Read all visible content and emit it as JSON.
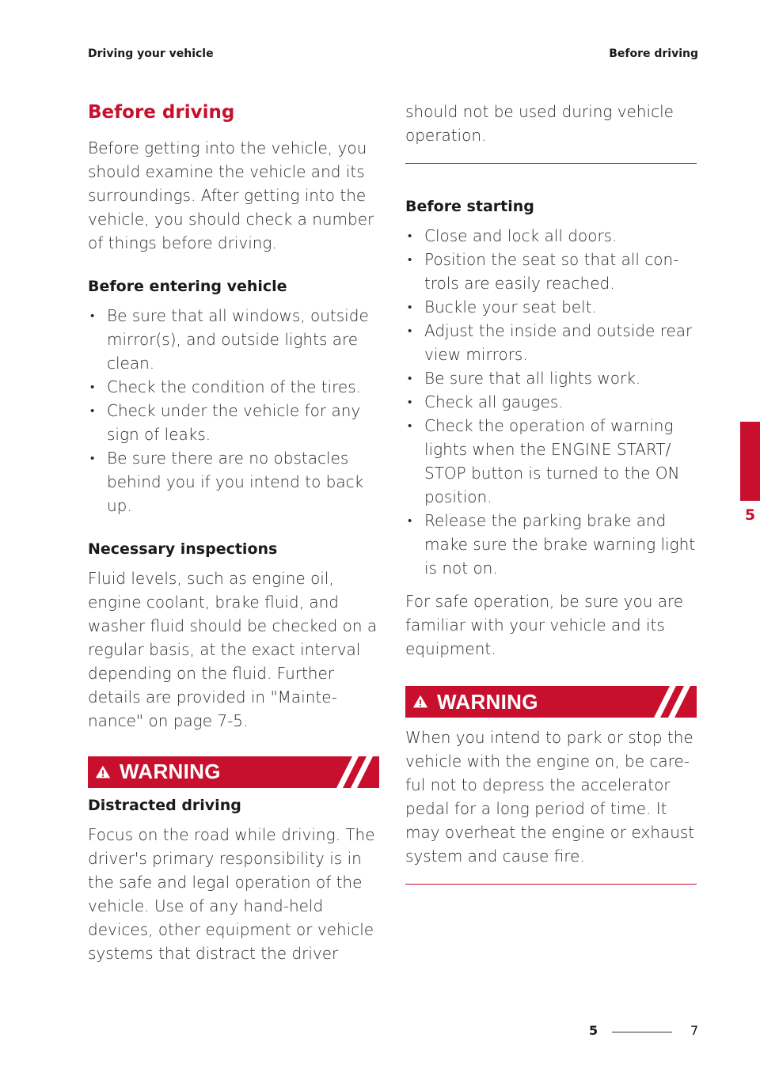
{
  "header": {
    "left": "Driving your vehicle",
    "right": "Before driving"
  },
  "left": {
    "title": "Before driving",
    "intro": "Before getting into the vehicle, you should examine the vehicle and its surroundings. After getting into the vehicle, you should check a number of things before driving.",
    "entering": {
      "heading": "Before entering vehicle",
      "items": [
        "Be sure that all windows, outside mirror(s), and outside lights are clean.",
        "Check the condition of the tires.",
        "Check under the vehicle for any sign of leaks.",
        "Be sure there are no obstacles behind you if you intend to back up."
      ]
    },
    "inspections": {
      "heading": "Necessary inspections",
      "text": "Fluid levels, such as engine oil, engine coolant, brake fluid, and washer fluid should be checked on a regular basis, at the exact interval depending on the fluid. Further details are provided in \"Mainte- nance\" on page 7-5."
    },
    "warning": {
      "label": "WARNING",
      "heading": "Distracted driving",
      "text": "Focus on the road while driving. The driver's primary responsibility is in the safe and legal operation of the vehicle. Use of any hand-held devices, other equipment or vehicle systems that distract the driver"
    }
  },
  "right": {
    "continued": "should not be used during vehicle operation.",
    "starting": {
      "heading": "Before starting",
      "items": [
        "Close and lock all doors.",
        "Position the seat so that all con- trols are easily reached.",
        "Buckle your seat belt.",
        "Adjust the inside and outside rear view mirrors.",
        "Be sure that all lights work.",
        "Check all gauges.",
        "Check the operation of warning lights when the ENGINE START/ STOP button is turned to the ON position.",
        "Release the parking brake and make sure the brake warning light is not on."
      ]
    },
    "safe": "For safe operation, be sure you are familiar with your vehicle and its equipment.",
    "warning": {
      "label": "WARNING",
      "text": "When you intend to park or stop the vehicle with the engine on, be care- ful not to depress the accelerator pedal for a long period of time. It may overheat the engine or exhaust system and cause fire."
    }
  },
  "side_tab": "5",
  "footer": {
    "chapter": "5",
    "page": "7"
  },
  "colors": {
    "accent": "#c8102e",
    "text": "#2a2a2a"
  }
}
